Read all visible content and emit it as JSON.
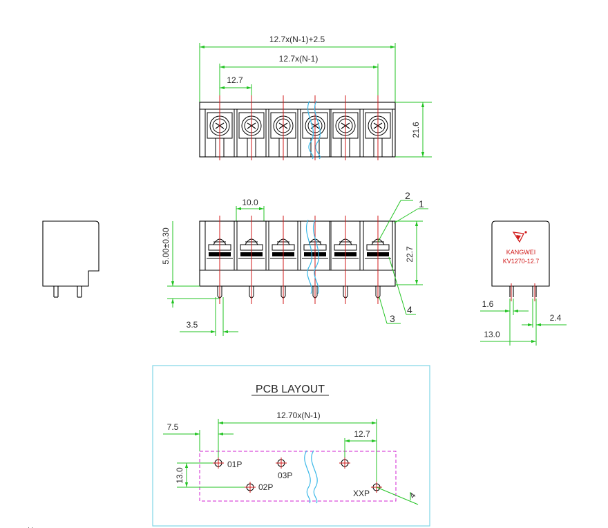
{
  "top_view": {
    "dim_overall": "12.7x(N-1)+2.5",
    "dim_span": "12.7x(N-1)",
    "dim_pitch": "12.7",
    "dim_height": "21.6"
  },
  "front_view": {
    "dim_pitch": "10.0",
    "dim_pin_length": "5.00±0.30",
    "dim_height": "22.7",
    "dim_pin_offset": "3.5",
    "callouts": [
      "1",
      "2",
      "3",
      "4"
    ]
  },
  "side_view": {
    "brand": "KANGWEI",
    "model": "KV1270-12.7",
    "dim_pin_width": "1.6",
    "dim_pin_gap": "2.4",
    "dim_base": "13.0"
  },
  "pcb_layout": {
    "title": "PCB LAYOUT",
    "dim_span": "12.70x(N-1)",
    "dim_edge": "7.5",
    "dim_pitch": "12.7",
    "dim_row": "13.0",
    "hole_labels": [
      "01P",
      "02P",
      "03P",
      "XXP"
    ],
    "callout": "4"
  },
  "colors": {
    "dimension": "#22c322",
    "centerline": "#d01818",
    "break": "#3ab8e8",
    "pcb_outline": "#d020d0",
    "frame": "#7fd6e6"
  }
}
